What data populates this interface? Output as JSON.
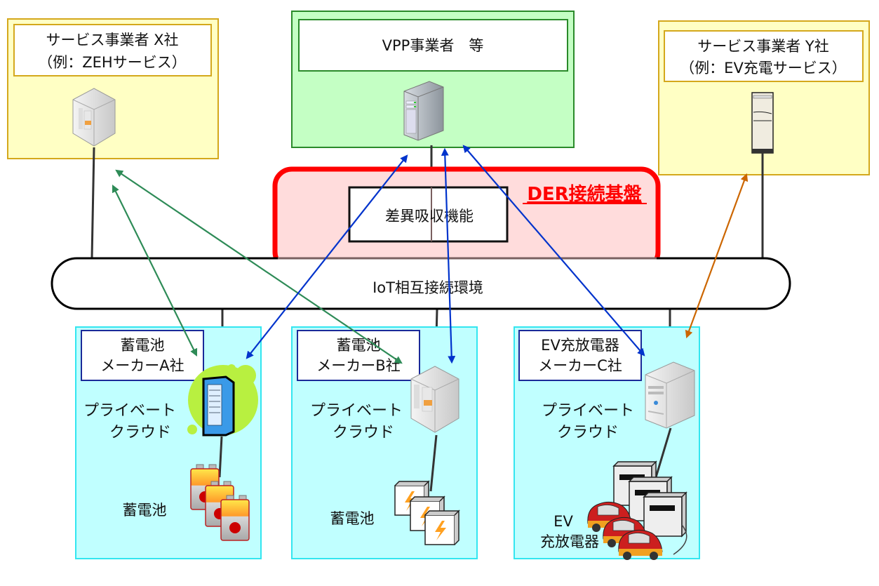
{
  "service_x": {
    "line1": "サービス事業者 X社",
    "line2": "（例：ZEHサービス）"
  },
  "vpp": {
    "label": "VPP事業者　等"
  },
  "service_y": {
    "line1": "サービス事業者 Y社",
    "line2": "（例：EV充電サービス）"
  },
  "der": {
    "title": "DER接続基盤",
    "function_label": "差異吸収機能",
    "title_color": "#ff0000"
  },
  "iot": {
    "label": "IoT相互接続環境"
  },
  "maker_a": {
    "name_line1": "蓄電池",
    "name_line2": "メーカーA社",
    "cloud_line1": "プライベート",
    "cloud_line2": "クラウド",
    "device_label": "蓄電池"
  },
  "maker_b": {
    "name_line1": "蓄電池",
    "name_line2": "メーカーB社",
    "cloud_line1": "プライベート",
    "cloud_line2": "クラウド",
    "device_label": "蓄電池"
  },
  "maker_c": {
    "name_line1": "EV充放電器",
    "name_line2": "メーカーC社",
    "cloud_line1": "プライベート",
    "cloud_line2": "クラウド",
    "device_line1": "EV",
    "device_line2": "充放電器"
  },
  "colors": {
    "service_bg": "#ffffc4",
    "service_border": "#d4a81c",
    "vpp_bg": "#c4ffc4",
    "vpp_border": "#2a8a2a",
    "der_bg": "#ffdcdc",
    "der_border": "#ff0000",
    "maker_bg": "#c0ffff",
    "maker_border": "#33e6f0",
    "arrow_green": "#2e8b57",
    "arrow_blue": "#0033cc",
    "arrow_orange": "#cc6600"
  }
}
